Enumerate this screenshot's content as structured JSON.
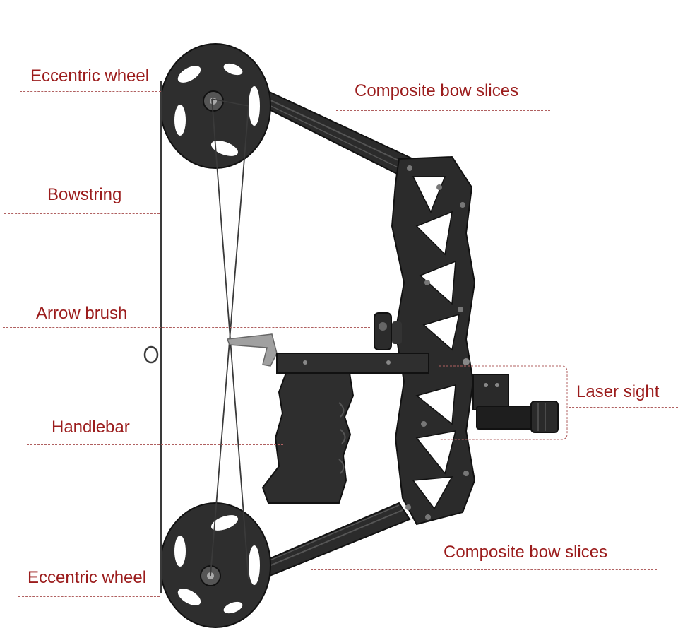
{
  "labels": {
    "eccentric_wheel_top": "Eccentric wheel",
    "composite_bow_slices_top": "Composite bow slices",
    "bowstring": "Bowstring",
    "arrow_brush": "Arrow brush",
    "laser_sight": "Laser sight",
    "handlebar": "Handlebar",
    "composite_bow_slices_bottom": "Composite bow slices",
    "eccentric_wheel_bottom": "Eccentric wheel"
  },
  "colors": {
    "label_text": "#9b1c1c",
    "leader_line": "#b06060",
    "bow_body": "#2b2b2b",
    "bow_edge": "#111111",
    "grip": "#2e2e2e",
    "string": "#3a3a3a",
    "metal": "#8a8a8a"
  }
}
